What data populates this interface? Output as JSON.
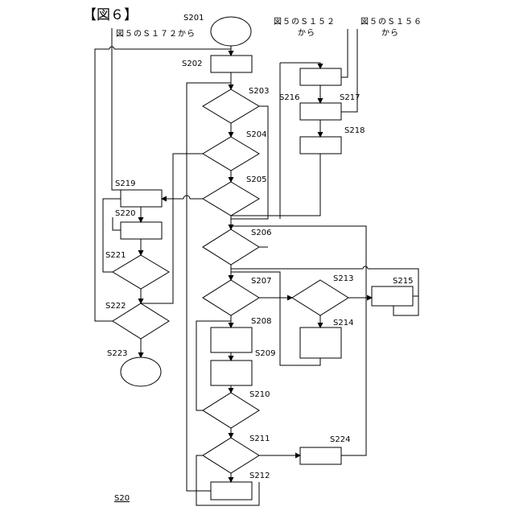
{
  "figure_title": "【図６】",
  "figure_code": "S20",
  "entries": {
    "from_s172": "図５のＳ１７２から",
    "from_s152_line1": "図５のＳ１５２",
    "from_s152_line2": "から",
    "from_s156_line1": "図５のＳ１５６",
    "from_s156_line2": "から"
  },
  "steps": {
    "s201": "S201",
    "s202": "S202",
    "s203": "S203",
    "s204": "S204",
    "s205": "S205",
    "s206": "S206",
    "s207": "S207",
    "s208": "S208",
    "s209": "S209",
    "s210": "S210",
    "s211": "S211",
    "s212": "S212",
    "s213": "S213",
    "s214": "S214",
    "s215": "S215",
    "s216": "S216",
    "s217": "S217",
    "s218": "S218",
    "s219": "S219",
    "s220": "S220",
    "s221": "S221",
    "s222": "S222",
    "s223": "S223",
    "s224": "S224"
  }
}
